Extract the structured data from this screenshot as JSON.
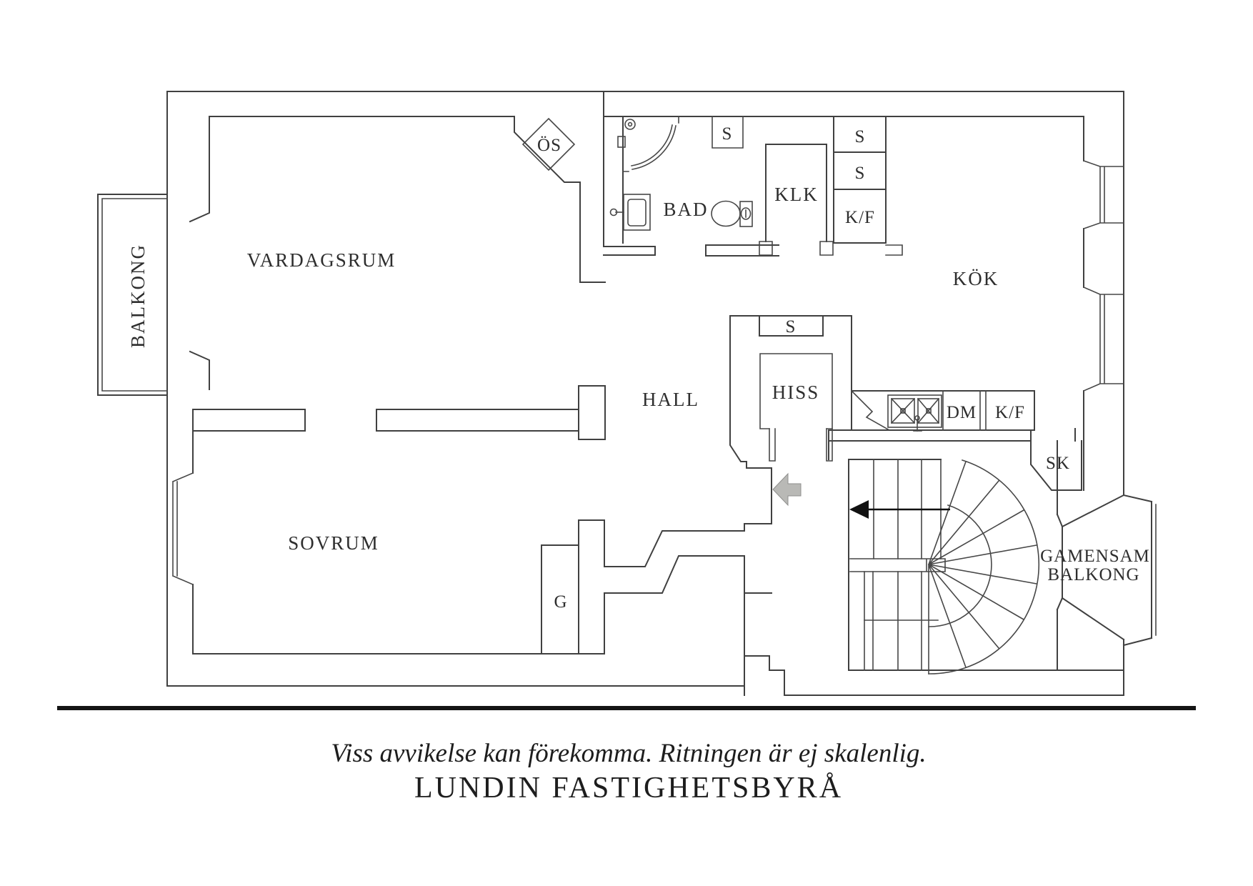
{
  "plan": {
    "rooms": {
      "vardagsrum": "VARDAGSRUM",
      "sovrum": "SOVRUM",
      "hall": "HALL",
      "bad": "BAD",
      "klk": "KLK",
      "kok": "KÖK",
      "hiss": "HISS",
      "balkong": "BALKONG",
      "gamensam_line1": "GAMENSAM",
      "gamensam_line2": "BALKONG"
    },
    "closets_fixtures": {
      "os": "ÖS",
      "g": "G",
      "sk": "SK",
      "dm": "DM",
      "kf_counter": "K/F",
      "kf_column": "K/F",
      "s_bad": "S",
      "s_column_top": "S",
      "s_column_mid": "S",
      "s_hiss": "S"
    }
  },
  "footer": {
    "disclaimer": "Viss avvikelse kan förekomma. Ritningen är ej skalenlig.",
    "brand": "LUNDIN FASTIGHETSBYRÅ"
  },
  "colors": {
    "background": "#ffffff",
    "wall_line": "#404040",
    "text": "#2e2e2e",
    "entry_arrow": "#b9b9b6",
    "stair_arrow": "#111111",
    "divider": "#151515"
  }
}
